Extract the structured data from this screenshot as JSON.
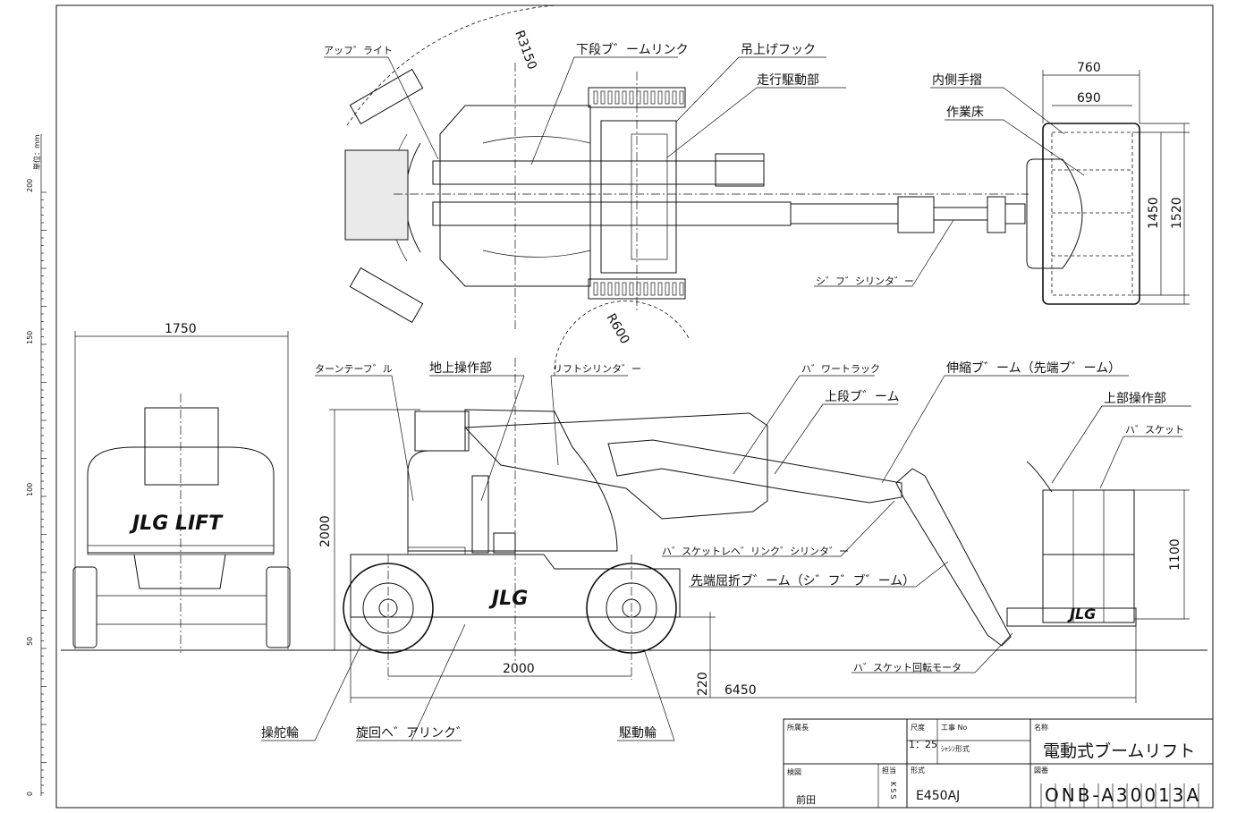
{
  "ruler": {
    "unit_label": "単位：mm",
    "ticks": [
      "200",
      "150",
      "100",
      "50",
      "0"
    ]
  },
  "labels": {
    "upper_light": "アッフ゜ライト",
    "lower_boom_link": "下段ブ゛ームリンク",
    "lifting_hook": "吊上げフック",
    "drive_unit": "走行駆動部",
    "inner_handrail": "内側手摺",
    "work_floor": "作業床",
    "jib_cylinder": "シ゛フ゛シリンタ゛ー",
    "turntable": "ターンテーフ゛ル",
    "ground_control": "地上操作部",
    "lift_cylinder": "リフトシリンタ゛ー",
    "power_track": "ハ゛ワートラック",
    "upper_boom": "上段ブ゛ーム",
    "telescopic_boom": "伸縮ブ゛ーム（先端ブ゛ーム）",
    "upper_control": "上部操作部",
    "basket": "ハ゛スケット",
    "basket_level_cyl": "ハ゛スケットレヘ゛リンク゛シリンタ゛ー",
    "tip_fold_boom": "先端屈折ブ゛ーム（シ゛フ゛ブ゛ーム）",
    "basket_rot_motor": "ハ゛スケット回転モータ",
    "steering_wheel": "操舵輪",
    "slew_bearing": "旋回ヘ゛アリンク゛",
    "drive_wheel": "駆動輪",
    "brand_front": "JLG LIFT",
    "brand_side": "JLG",
    "brand_basket": "JLG"
  },
  "dimensions": {
    "r_swing": "R3150",
    "r_small": "R600",
    "w760": "760",
    "w690": "690",
    "h1450": "1450",
    "h1520": "1520",
    "w1750": "1750",
    "h2000": "2000",
    "h1100": "1100",
    "wheelbase": "2000",
    "clearance": "220",
    "length": "6450"
  },
  "title_block": {
    "dept_head": "所属長",
    "scale_label": "尺度",
    "scale": "1：25",
    "work_no_label": "工事 No",
    "projection": "ｼｬｼﾝ形式",
    "name_label": "名称",
    "name": "電動式ブームリフト",
    "inspect_label": "検図",
    "inspector": "前田",
    "charge_label": "担当",
    "charge": "KSS",
    "model_label": "形式",
    "model": "E450AJ",
    "drawing_no_label": "図番",
    "drawing_no": "ONB-A30013A"
  }
}
